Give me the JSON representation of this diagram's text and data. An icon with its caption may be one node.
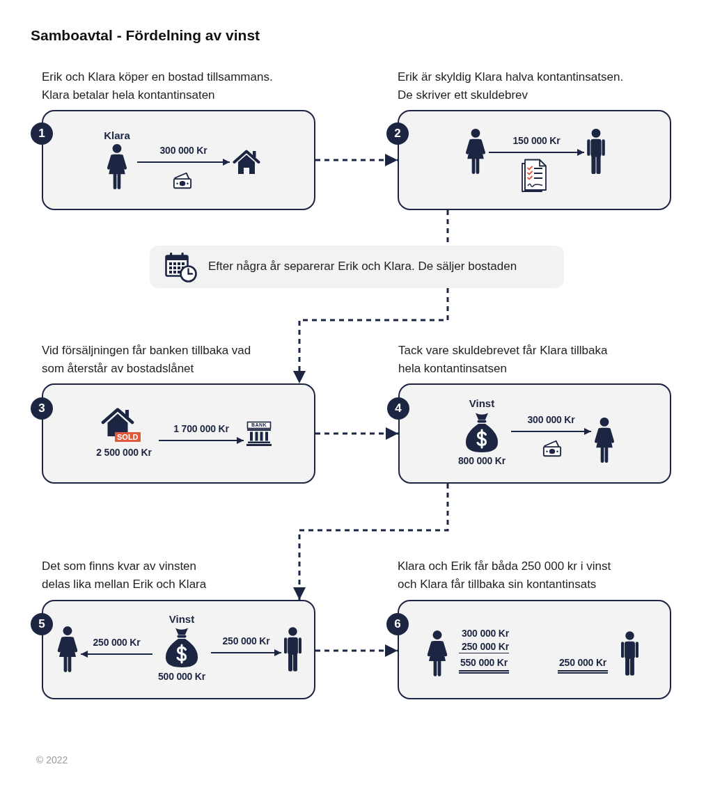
{
  "diagram": {
    "title": "Samboavtal - Fördelning av vinst",
    "nodes": [
      {
        "text": [
          "Erik och Klara köper en bostad tillsammans. Klara betalar hela kontantinsaten"
        ]
      },
      {
        "text": [
          "1"
        ]
      },
      {
        "text": [],
        "shape": "person",
        "beside": [
          "Klara"
        ],
        "in": 0
      },
      {
        "text": [],
        "shape": "picture",
        "in": 0
      },
      {
        "text": [
          "Erik är skyldig Klara halva kontantinsatsen. De skriver ett skuldebrev"
        ]
      },
      {
        "text": [
          "2"
        ]
      },
      {
        "text": [],
        "shape": "person",
        "in": 4
      },
      {
        "text": [],
        "shape": "person",
        "in": 4
      },
      {
        "text": [
          "Efter några år separerar Erik och Klara. De säljer bostaden"
        ]
      },
      {
        "text": [
          "Vid försäljningen får banken tillbaka vad som återstår av bostadslånet"
        ]
      },
      {
        "text": [
          "3"
        ]
      },
      {
        "text": [
          "SOLD"
        ],
        "beside": [
          "2 500 000 Kr"
        ],
        "in": 9
      },
      {
        "text": [
          "BANK"
        ],
        "in": 9
      },
      {
        "text": [
          "Tack vare skuldebrevet får Klara tillbaka hela kontantinsatsen"
        ]
      },
      {
        "text": [
          "4"
        ]
      },
      {
        "text": [],
        "shape": "picture",
        "beside": [
          "Vinst",
          "800 000 Kr"
        ],
        "in": 13
      },
      {
        "text": [],
        "shape": "person",
        "in": 13
      },
      {
        "text": [
          "Det som finns kvar av vinsten delas lika mellan Erik och Klara"
        ]
      },
      {
        "text": [
          "5"
        ]
      },
      {
        "text": [],
        "shape": "person",
        "in": 17
      },
      {
        "text": [],
        "shape": "picture",
        "beside": [
          "Vinst",
          "500 000 Kr"
        ],
        "in": 17
      },
      {
        "text": [],
        "shape": "person",
        "in": 17
      },
      {
        "text": [
          "Klara och Erik får båda 250 000 kr i vinst och Klara får tillbaka sin kontantinsats"
        ]
      },
      {
        "text": [
          "6"
        ]
      }
    ],
    "edges": [
      {
        "from": 0,
        "to": 4,
        "arrow": "to",
        "style": "dashed"
      },
      {
        "from": 2,
        "to": 3,
        "arrow": "to",
        "label": "300 000 Kr"
      },
      {
        "from": 6,
        "to": 7,
        "arrow": "to",
        "label": "150 000 Kr"
      },
      {
        "from": 4,
        "to": 8,
        "arrow": "none",
        "style": "dashed"
      },
      {
        "from": 8,
        "to": 9,
        "arrow": "to",
        "style": "dashed"
      },
      {
        "from": 11,
        "to": 12,
        "arrow": "to",
        "label": "1 700 000 Kr"
      },
      {
        "from": 9,
        "to": 13,
        "arrow": "to",
        "style": "dashed"
      },
      {
        "from": 15,
        "to": 16,
        "arrow": "to",
        "label": "300 000 Kr"
      },
      {
        "from": 13,
        "to": 17,
        "arrow": "to",
        "style": "dashed"
      },
      {
        "from": 20,
        "to": 19,
        "arrow": "to",
        "label": "250 000 Kr"
      },
      {
        "from": 20,
        "to": 21,
        "arrow": "to",
        "label": "250 000 Kr"
      },
      {
        "from": 17,
        "to": 22,
        "arrow": "to",
        "style": "dashed"
      }
    ],
    "labels": [
      "300 000 Kr",
      "250 000 Kr",
      "550 000 Kr",
      "250 000 Kr",
      "© 2022"
    ]
  }
}
